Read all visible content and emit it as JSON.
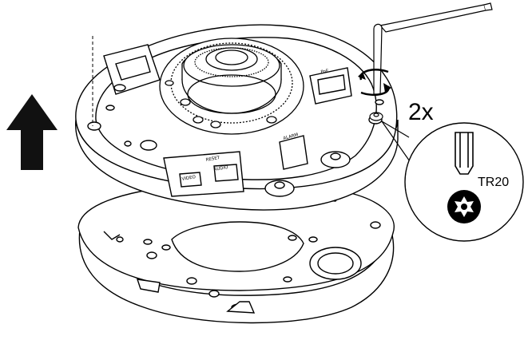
{
  "figure": {
    "type": "installation-diagram",
    "callouts": {
      "screw_count": "2x",
      "driver_bit": "TR20"
    },
    "board_markings": {
      "reset": "RESET",
      "video_out": "VIDEO",
      "audio": "AUDIO",
      "alarm": "ALARM",
      "poe": "PoE"
    },
    "icons": [
      "up-arrow-icon",
      "hex-key-icon",
      "torx-bit-icon",
      "torx-star-icon",
      "rotate-arrow-icon"
    ],
    "colors": {
      "line": "#000000",
      "fill": "#ffffff",
      "arrow": "#111111"
    }
  }
}
